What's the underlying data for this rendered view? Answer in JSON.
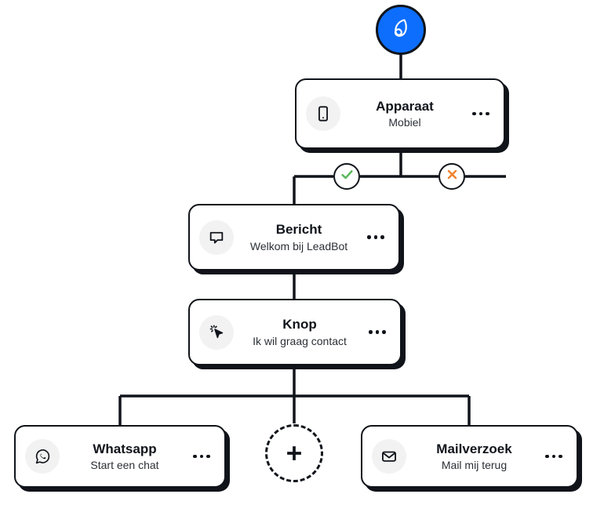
{
  "canvas": {
    "background": "#ffffff",
    "accent_blue": "#0d6efd",
    "line_color": "#10141a",
    "success_color": "#5cb85c",
    "error_color": "#f0812c",
    "icon_bubble_bg": "#f2f2f2"
  },
  "start_node": {
    "name": "flow-start",
    "icon": "leadbot-scribble-logo-icon"
  },
  "nodes": [
    {
      "id": "apparaat",
      "title": "Apparaat",
      "subtitle": "Mobiel",
      "icon": "mobile-phone-icon",
      "menu": "more-options-icon"
    },
    {
      "id": "bericht",
      "title": "Bericht",
      "subtitle": "Welkom bij LeadBot",
      "icon": "chat-bubble-icon",
      "menu": "more-options-icon"
    },
    {
      "id": "knop",
      "title": "Knop",
      "subtitle": "Ik wil graag contact",
      "icon": "cursor-click-icon",
      "menu": "more-options-icon"
    },
    {
      "id": "whatsapp",
      "title": "Whatsapp",
      "subtitle": "Start een chat",
      "icon": "whatsapp-icon",
      "menu": "more-options-icon"
    },
    {
      "id": "mailverzoek",
      "title": "Mailverzoek",
      "subtitle": "Mail mij terug",
      "icon": "envelope-icon",
      "menu": "more-options-icon"
    }
  ],
  "branches": [
    {
      "id": "success",
      "icon": "check-icon",
      "color": "#5cb85c"
    },
    {
      "id": "failure",
      "icon": "cross-icon",
      "color": "#f0812c"
    }
  ],
  "add_node_button": {
    "label": "+",
    "icon": "plus-icon"
  }
}
